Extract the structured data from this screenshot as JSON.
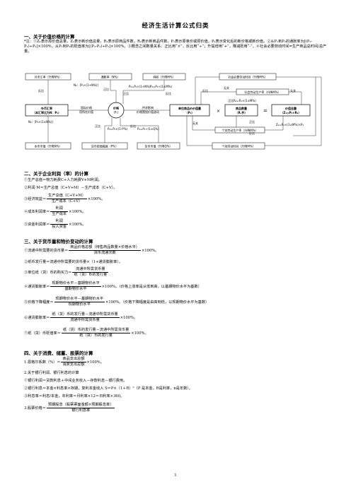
{
  "title": "经济生活计算公式归类",
  "s1": {
    "heading": "一、关于价值价格的计算",
    "note": "*注：①Z₁表示原价值总量，Z₂表示新价值总量，R₁表示原商品件数，R₂表示新商品件数，P₁表示原单价或原价值，P₂表示变化后的新价格或新价值。②从P₁到P₂的通胀率为[(P₂-P₁)÷P₁]×100%，从P₁到P₂的贬值率为[(P₂-P₁)÷P₂]×100%。③概念之间数量关系：正比用“×”，反比用“÷”；升提增用“+”，降减贬用“-”。④社会必要劳动时间=生产商品总时间/总产量。"
  },
  "diagram": {
    "labels": {
      "foreign_cur": "外币汇率（升降N%）",
      "inflation": "通胀率（N%）",
      "deflation": "纯收（升降M%）",
      "social_labor": "社会必要劳动时间（升降M%）",
      "fx_rate": "外汇汇率\n（本汇率比为N：P₁）",
      "price": "价格\n（P₁）",
      "unit_value": "单位商品价值量\n（P₁）",
      "commodity": "商品数量\n（R.件）",
      "value_total": "价值总量\n（Z₁=P₁×R₁）",
      "local_cur": "本币币值（升降N%）",
      "paper_money": "货币贬值幅度（P%）",
      "money_value": "货币币值（升降Q%）",
      "social_lp": "社会劳动生产率（升降M%）",
      "indiv_lp": "个别劳动生产率（升降M%）",
      "indiv_time": "个别劳动时间（升降M%）",
      "demand": "供求影响\n价格围绕价值波动",
      "money_val": "货币币值\n决定价格",
      "national_price": "国际价格\n国际价值说明",
      "eq": "=",
      "times": "×",
      "f1": "N₂：[P₁×(1+N%)]",
      "f2": "N₂：[P₁×(1±N%)]",
      "f3": "P₂=P₁×(1+N%)",
      "f4": "P₂=P₁×(1-P%)",
      "f5": "P₂=P₁÷(1±Q%)",
      "f6": "P₂=P₁÷(1±M%)",
      "f7": "R₂=R₁×(1±M%)",
      "f8": "Z₂=R₁×(1±M%)×P₁",
      "rev": "反比",
      "pos": "正比",
      "irr": "无关"
    }
  },
  "s2": {
    "heading": "二、关于企业利润（率）的计算",
    "l1": "①生产总值＝物力耗费C+人力耗费V+M利润。",
    "l2": "②利润 M＝生产总值（C+V+M）－生产成本（C+V）。",
    "l3_pre": "③经济效益＝",
    "l3_n": "生产总值（C+V+M）",
    "l3_d": "生产成本（C+V）",
    "l3_post": "×100%。",
    "l4_pre": "④成本利润率＝",
    "l4_n": "利润",
    "l4_d": "生产成本",
    "l4_post": "×100%。",
    "l5_pre": "⑤资金利润率＝",
    "l5_n": "利润",
    "l5_d": "投入资金",
    "l5_post": "×100%。"
  },
  "s3": {
    "heading": "三、关于货币量和物价变动的计算",
    "l1_pre": "①流通中所需要的货币量＝",
    "l1_n": "商品价格总额（待售商品数量×价格水平）",
    "l1_d": "货币流通次数",
    "l1_post": "×100%。",
    "l2": "②纸币发行量＝流通中所需要的货币量×（1+通货膨胀率）。",
    "l3_pre": "③单位纸（货）币的购买力＝",
    "l3_n": "流通中所需货币量",
    "l3_d": "纸（货）币的发行量",
    "l4_pre": "④通货膨胀率＝",
    "l4_n": "现期物价水平－基期物价水平",
    "l4_d": "基期物价水平",
    "l4_post": "×100%。（价格上涨率是从低到高，以基期物价水平为基数）",
    "l5_pre": "⑤价格下降幅度＝",
    "l5_n": "现期物价水平－基期物价水平",
    "l5_d": "现期物价水平",
    "l5_post": "×100%。（价格下降幅度是由高到低，以现期物价水平为基数）",
    "l6_pre": "⑥通货膨胀率＝",
    "l6_n": "纸（货）币的发行量－流通中所需货币量",
    "l6_d": "流通中所需货币量",
    "l6_post": "×100%。",
    "l7_pre": "⑦纸（货）币贬值率＝",
    "l7_n": "纸（货）币的发行量－流通中所需货币量",
    "l7_d": "纸（货）币的发行量",
    "l7_post": "×100%。"
  },
  "s4": {
    "heading": "四、关于消费、储蓄、股票的计算",
    "l1_pre": "1.恩格尔系数（%）＝",
    "l1_n": "食品支出总额",
    "l1_d": "消费支出总额",
    "l1_post": "×100%。",
    "l2": "2.关于银行利润、银行利息的计算",
    "l3": "①银行利润＝贷款利息＋中间业务收入－存款利息－银行费用。",
    "l4": "②银行利息＝本金×利息率×存期，复利本金收入 S＝P×（1＋R）ⁿ（P 是本金，R是利率，n是年数）。",
    "l5": "③利息率＝利息/本金，年利率＝月利率×12＝日利率×360。",
    "l6_pre": "3.股票价格＝",
    "l6_n": "预期股息（股票票面金额×预期股息率）",
    "l6_d": "银行利息率"
  },
  "page_number": "1"
}
